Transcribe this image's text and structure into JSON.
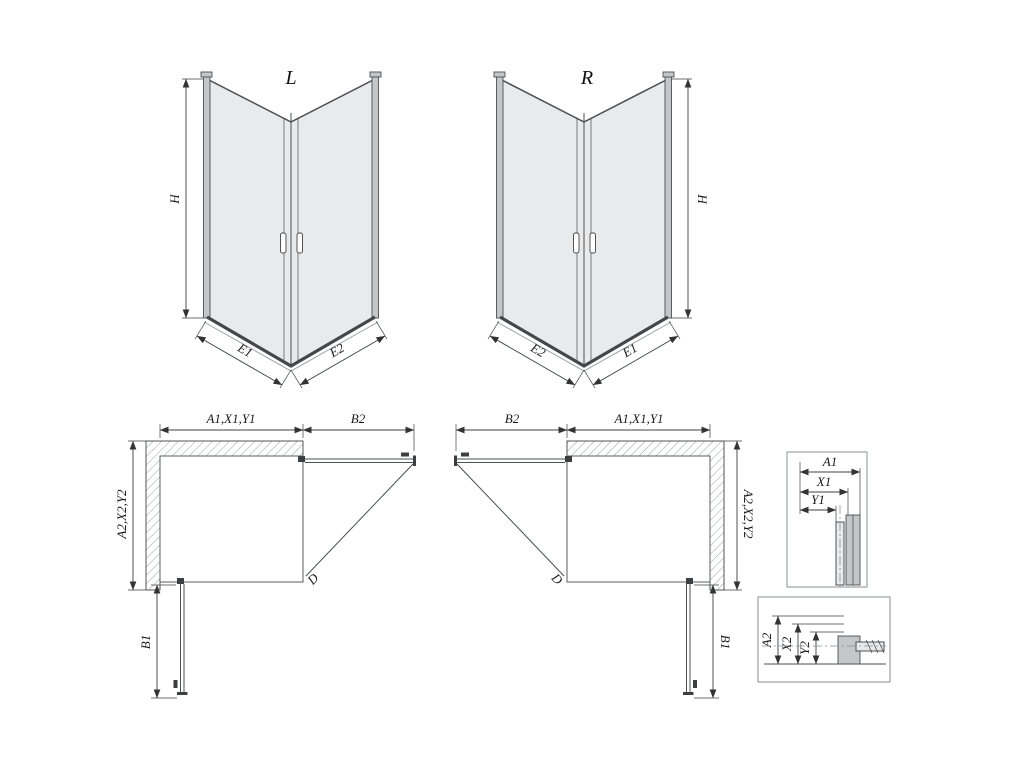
{
  "colors": {
    "line": "#4b5054",
    "dim": "#3c4043",
    "glass": "#e8eaec",
    "frame": "#c3c7ca",
    "rail": "#43474a",
    "hatch": "#9aa0a4",
    "bg": "#ffffff"
  },
  "views": {
    "persp_left": {
      "label": "L",
      "dim_height": "H",
      "dim_bottom_left": "E1",
      "dim_bottom_right": "E2"
    },
    "persp_right": {
      "label": "R",
      "dim_height": "H",
      "dim_bottom_left": "E2",
      "dim_bottom_right": "E1"
    },
    "plan_left": {
      "dim_top": "A1,X1,Y1",
      "dim_top_right": "B2",
      "dim_left": "A2,X2,Y2",
      "dim_bottom_left": "B1",
      "dim_diagonal": "D"
    },
    "plan_right": {
      "dim_top_left": "B2",
      "dim_top": "A1,X1,Y1",
      "dim_right": "A2,X2,Y2",
      "dim_bottom_right": "B1",
      "dim_diagonal": "D"
    },
    "detail_top": {
      "dims": [
        "A1",
        "X1",
        "Y1"
      ]
    },
    "detail_bottom": {
      "dims": [
        "A2",
        "X2",
        "Y2"
      ]
    }
  }
}
